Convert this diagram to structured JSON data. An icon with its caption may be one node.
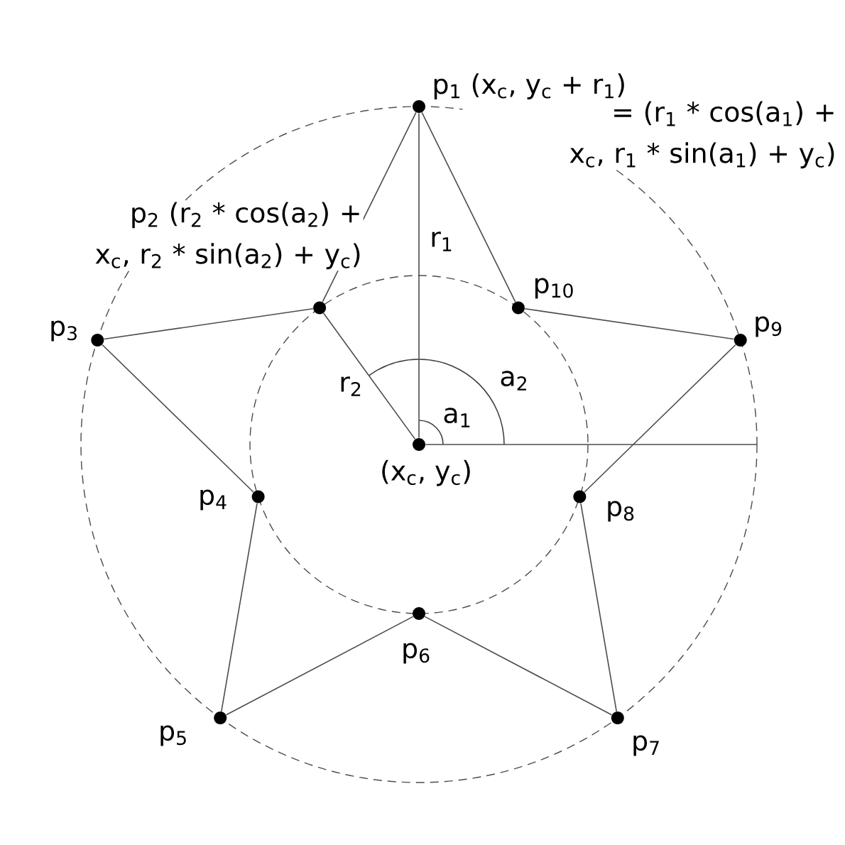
{
  "diagram": {
    "nodes": [
      {
        "text": [],
        "shape": "circle",
        "beside": [
          "p$_{1}$ (x$_{c}$, y$_{c}$ + r$_{1}$)",
          "= (r$_{1}$ * cos(a$_{1}$) + x$_{c}$, r$_{1}$ * sin(a$_{1}$) + y$_{c}$)"
        ]
      },
      {
        "text": [],
        "shape": "circle",
        "beside": [
          "p$_{2}$ (r$_{2}$ * cos(a$_{2}$) + x$_{c}$, r$_{2}$ * sin(a$_{2}$) + y$_{c}$)"
        ]
      },
      {
        "text": [],
        "shape": "circle",
        "beside": [
          "p$_{3}$"
        ]
      },
      {
        "text": [],
        "shape": "circle",
        "beside": [
          "p$_{4}$"
        ]
      },
      {
        "text": [],
        "shape": "circle",
        "beside": [
          "p$_{5}$"
        ]
      },
      {
        "text": [],
        "shape": "circle",
        "beside": [
          "p$_{6}$"
        ]
      },
      {
        "text": [],
        "shape": "circle",
        "beside": [
          "p$_{7}$"
        ]
      },
      {
        "text": [],
        "shape": "circle",
        "beside": [
          "p$_{8}$"
        ]
      },
      {
        "text": [],
        "shape": "circle",
        "beside": [
          "p$_{9}$"
        ]
      },
      {
        "text": [],
        "shape": "circle",
        "beside": [
          "p$_{10}$"
        ]
      },
      {
        "text": [],
        "shape": "circle",
        "beside": [
          "(x$_{c}$, y$_{c}$)"
        ]
      }
    ],
    "edges": [
      {
        "from": 0,
        "to": 9,
        "arrow": "none"
      },
      {
        "from": 9,
        "to": 8,
        "arrow": "none"
      },
      {
        "from": 8,
        "to": 7,
        "arrow": "none"
      },
      {
        "from": 7,
        "to": 6,
        "arrow": "none"
      },
      {
        "from": 6,
        "to": 5,
        "arrow": "none"
      },
      {
        "from": 5,
        "to": 4,
        "arrow": "none"
      },
      {
        "from": 4,
        "to": 3,
        "arrow": "none"
      },
      {
        "from": 3,
        "to": 2,
        "arrow": "none"
      },
      {
        "from": 2,
        "to": 1,
        "arrow": "none"
      },
      {
        "from": 1,
        "to": 0,
        "arrow": "none"
      },
      {
        "from": 10,
        "to": 0,
        "arrow": "none",
        "label": "r$_{1}$"
      },
      {
        "from": 10,
        "to": 1,
        "arrow": "none",
        "label": "r$_{2}$"
      },
      {
        "from": 10,
        "to": null,
        "arrow": "none"
      }
    ],
    "labels": [
      "a$_{1}$",
      "a$_{2}$"
    ]
  }
}
